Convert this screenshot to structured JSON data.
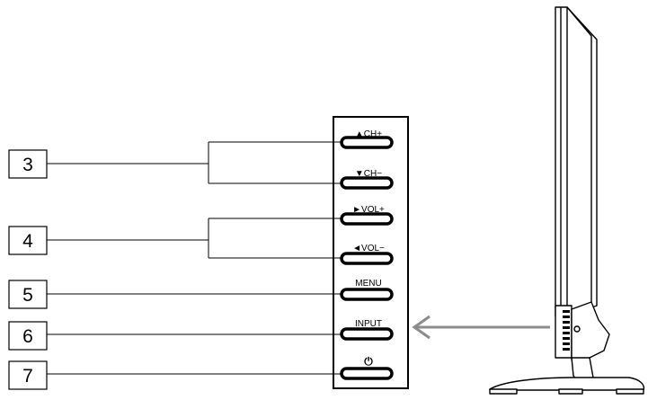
{
  "callouts": [
    {
      "number": "3",
      "target": "channel buttons"
    },
    {
      "number": "4",
      "target": "volume buttons"
    },
    {
      "number": "5",
      "target": "menu button"
    },
    {
      "number": "6",
      "target": "input button"
    },
    {
      "number": "7",
      "target": "power button"
    }
  ],
  "buttons": [
    {
      "id": "ch-up",
      "label": "▲CH+"
    },
    {
      "id": "ch-down",
      "label": "▼CH−"
    },
    {
      "id": "vol-up",
      "label": "►VOL+"
    },
    {
      "id": "vol-down",
      "label": "◄VOL−"
    },
    {
      "id": "menu",
      "label": "MENU"
    },
    {
      "id": "input",
      "label": "INPUT"
    },
    {
      "id": "power",
      "label": "⏻"
    }
  ]
}
